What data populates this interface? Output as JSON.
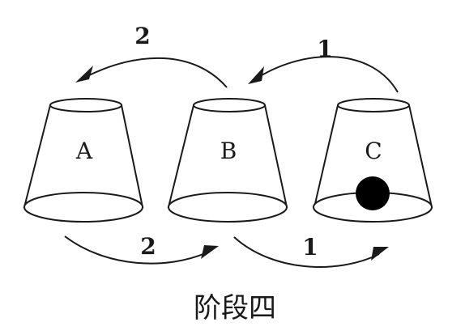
{
  "cups": [
    {
      "label": "A",
      "has_ball": false
    },
    {
      "label": "B",
      "has_ball": false
    },
    {
      "label": "C",
      "has_ball": true
    }
  ],
  "moves": [
    {
      "label": "2",
      "from": "B",
      "to": "A"
    },
    {
      "label": "1",
      "from": "C",
      "to": "B"
    },
    {
      "label": "2",
      "from": "A",
      "to": "B"
    },
    {
      "label": "1",
      "from": "B",
      "to": "C"
    }
  ],
  "caption": "阶段四",
  "colors": {
    "ink": "#1a1a1a",
    "ball": "#000000"
  }
}
